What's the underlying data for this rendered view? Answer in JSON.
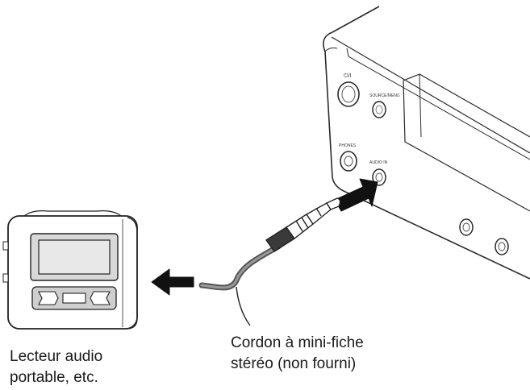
{
  "labels": {
    "player_line1": "Lecteur audio",
    "player_line2": "portable, etc.",
    "cord_line1": "Cordon à mini-fiche",
    "cord_line2": "stéréo (non fourni)"
  },
  "device": {
    "power_label": "⏻/I",
    "top_right_label": "SOURCE/MENU",
    "left_lower_label": "PHONES",
    "input_label": "AUDIO IN"
  }
}
